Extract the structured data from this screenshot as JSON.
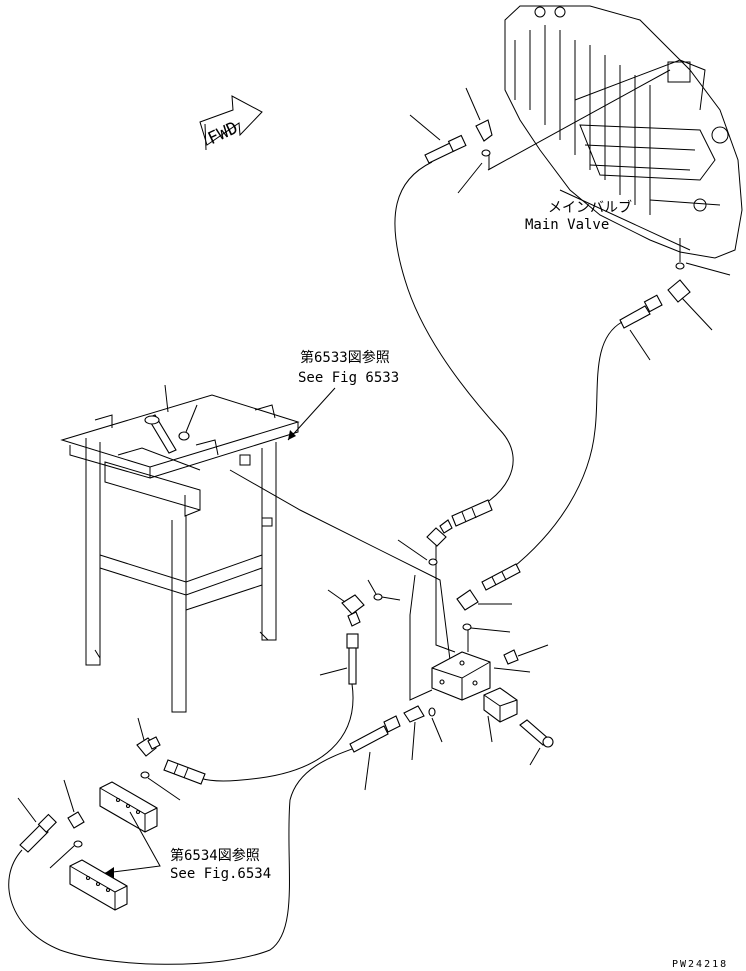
{
  "forward_indicator": {
    "label": "FWD"
  },
  "main_valve": {
    "label_jp": "メインバルブ",
    "label_en": "Main Valve"
  },
  "ref_6533": {
    "label_jp": "第6533図参照",
    "label_en": "See Fig 6533"
  },
  "ref_6534": {
    "label_jp": "第6534図参照",
    "label_en": "See Fig.6534"
  },
  "drawing_number": "PW24218"
}
